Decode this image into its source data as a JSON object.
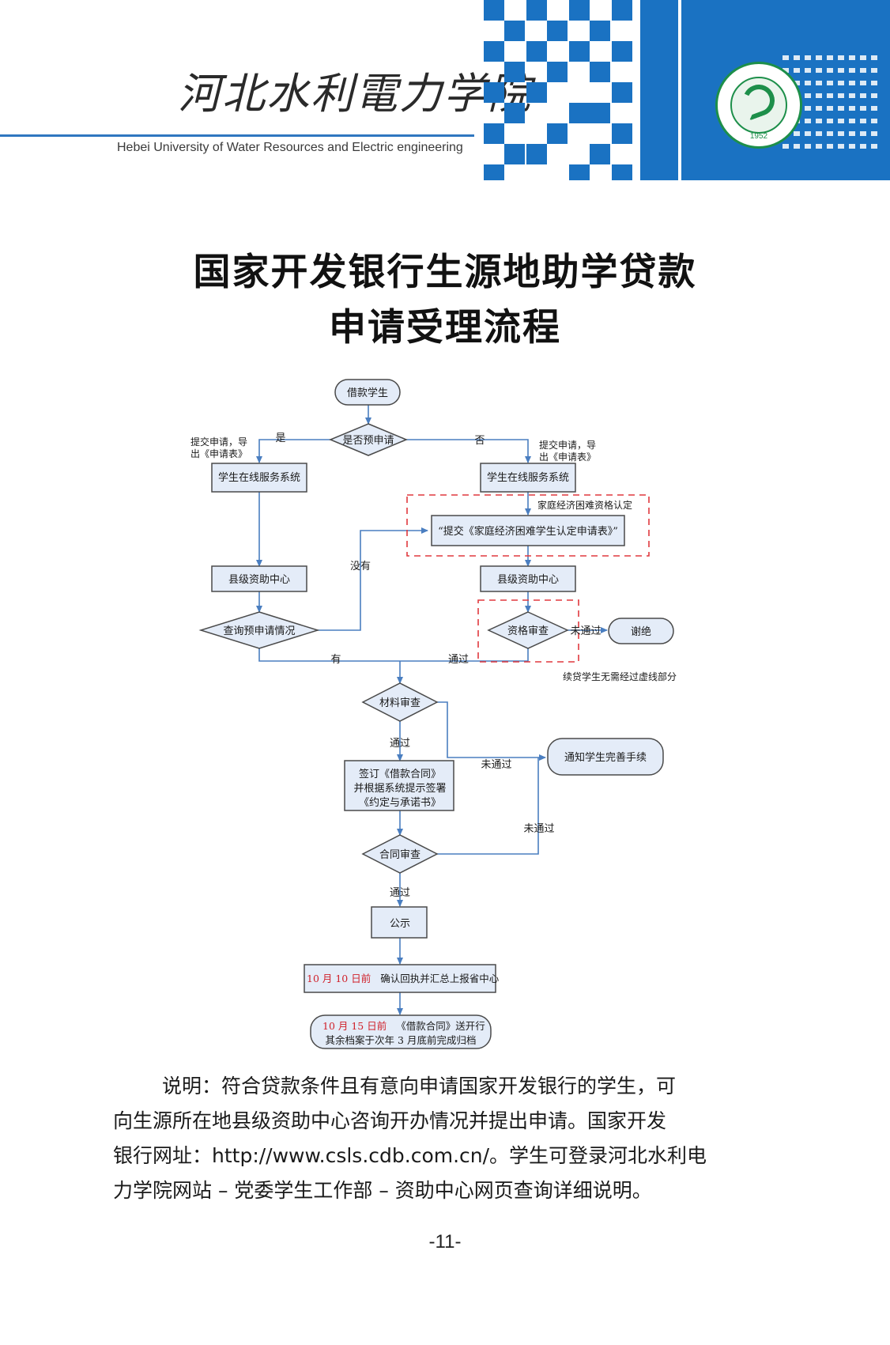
{
  "header": {
    "university_cn": "河北水利電力学院",
    "university_en": "Hebei University of Water Resources and Electric engineering",
    "logo_year": "1952",
    "brand_color": "#1a72c2"
  },
  "title": {
    "line1": "国家开发银行生源地助学贷款",
    "line2": "申请受理流程"
  },
  "flowchart": {
    "nodes": {
      "start": "借款学生",
      "pre_apply_q": "是否预申请",
      "yes": "是",
      "no": "否",
      "left_note_line1": "提交申请，导",
      "left_note_line2": "出《申请表》",
      "right_note_line1": "提交申请，导",
      "right_note_line2": "出《申请表》",
      "left_system": "学生在线服务系统",
      "right_system": "学生在线服务系统",
      "family_label": "家庭经济困难资格认定",
      "family_submit": "“提交《家庭经济困难学生认定申请表》”",
      "none": "没有",
      "left_county": "县级资助中心",
      "right_county": "县级资助中心",
      "query": "查询预申请情况",
      "qualify": "资格审查",
      "qualify_fail": "未通过",
      "reject": "谢绝",
      "has": "有",
      "qualify_pass": "通过",
      "renewal_note": "续贷学生无需经过虚线部分",
      "material": "材料审查",
      "material_pass": "通过",
      "material_fail": "未通过",
      "notify": "通知学生完善手续",
      "sign_line1": "签订《借款合同》",
      "sign_line2": "并根据系统提示签署",
      "sign_line3": "《约定与承诺书》",
      "contract_fail": "未通过",
      "contract_review": "合同审查",
      "contract_pass": "通过",
      "publicity": "公示",
      "oct10_date": "10 月 10 日前",
      "oct10_text": "确认回执并汇总上报省中心",
      "oct15_date": "10 月 15 日前",
      "oct15_text": "《借款合同》送开行",
      "archive_text": "其余档案于次年 3 月底前完成归档"
    },
    "colors": {
      "line": "#4a7ec0",
      "dashed": "#e0393e",
      "date_text": "#d0202a"
    }
  },
  "description": {
    "line1": "说明：符合贷款条件且有意向申请国家开发银行的学生，可",
    "line2": "向生源所在地县级资助中心咨询开办情况并提出申请。国家开发",
    "line3": "银行网址：http://www.csls.cdb.com.cn/。学生可登录河北水利电",
    "line4": "力学院网站 – 党委学生工作部 – 资助中心网页查询详细说明。"
  },
  "page_number": "-11-"
}
